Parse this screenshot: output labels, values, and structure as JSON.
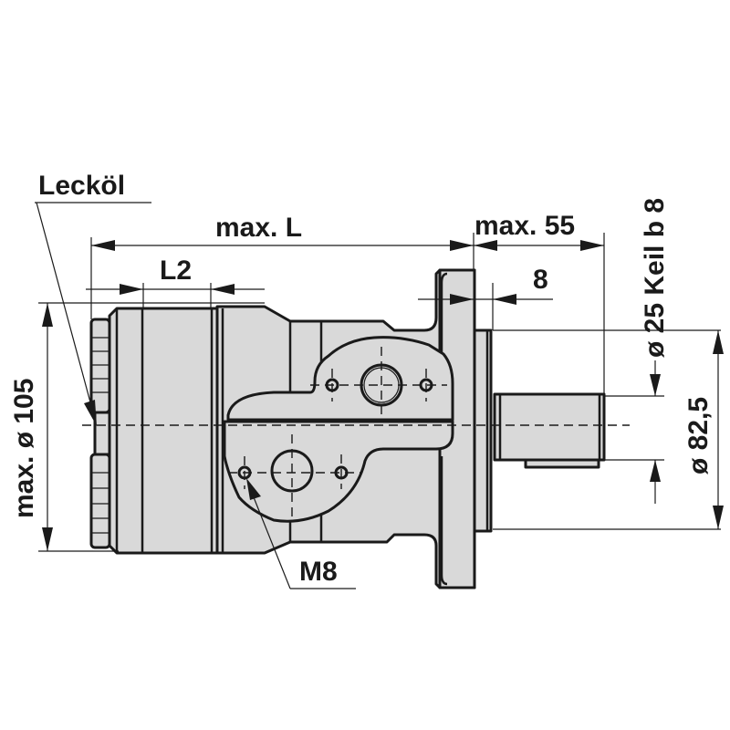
{
  "diagram": {
    "subject": "hydraulic motor dimension drawing",
    "colors": {
      "line": "#1a1a1a",
      "part_fill": "#d9d9d9",
      "background": "#ffffff"
    },
    "labels": {
      "leakage_oil": "Lecköl",
      "overall_length": "max. L",
      "length_l2": "L2",
      "shaft_length": "max. 55",
      "flange_offset": "8",
      "shaft_diameter": "ø 25 Keil b 8",
      "pilot_diameter": "ø 82,5",
      "body_diameter": "max. ø 105",
      "port_thread": "M8"
    }
  }
}
